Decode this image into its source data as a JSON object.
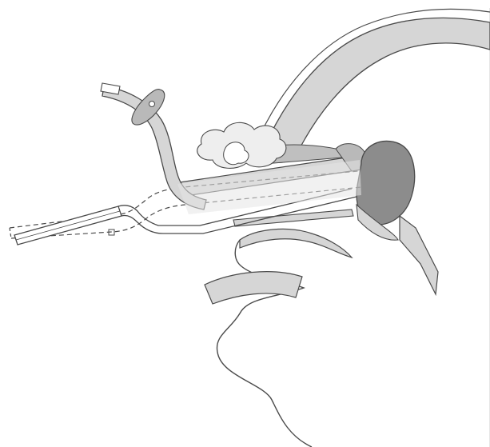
{
  "figure": {
    "kind": "sagittal-head-illustration",
    "labels": [],
    "colors": {
      "background": "#ffffff",
      "outline": "#4a4a4a",
      "bone_fill": "#d6d6d6",
      "structure_fill": "#b9b9b9",
      "mass_fill": "#8c8c8c",
      "light_fill": "#eeeeee"
    },
    "parts": {
      "skull": "skull-bone",
      "sinus": "sphenoid-sinus",
      "mass": "nasopharyngeal-mass",
      "palate": "hard-palate",
      "turbinates": "turbinates",
      "tongue": "tongue",
      "lower_jaw": "mandible",
      "instrument_solid": "curved-instrument",
      "instrument_dashed": "instrument-alternate-position"
    }
  }
}
